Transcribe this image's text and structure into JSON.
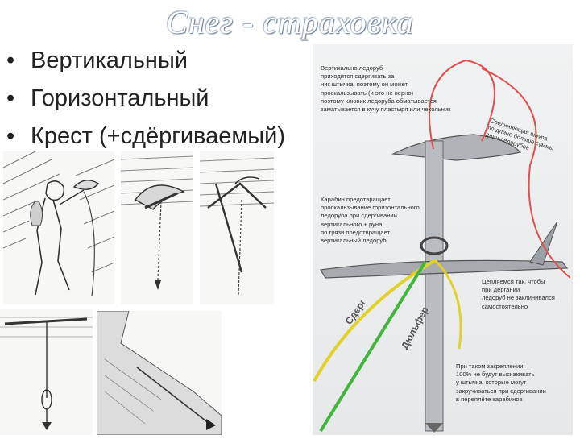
{
  "slide": {
    "title": "Снег - страховка",
    "bullets": [
      {
        "text": "Вертикальный"
      },
      {
        "text": "Горизонтальный"
      },
      {
        "text": "Крест (+сдёргиваемый)"
      }
    ]
  },
  "photo": {
    "notes": [
      "Вертикально ледоруб\nприходится сдергивать за\nник штычка, поэтому он может\nпроскальзывать (и это не верно)\nпоэтому клювик ледоруба обматывается\nзаматывается в кучу пластыря или чехольник",
      "Карабин предотвращает\nпроскальзывание горизонтального\nледоруба при сдергивании\nвертикального + руна\nпо грязи предотвращает\nвертикальный ледоруб",
      "Цепляемся так, чтобы\nпри дергании\nледоруб не заклинивался\nсамостоятельно",
      "При таком закреплении\n100% не будут выскакивать\nу штычка, которые могут\nзакручиваться при сдергивании\nв переплёте карабинов"
    ],
    "labels": {
      "red": "Соединяющая шнура\nпо длине больше суммы\nдлин ледорубов",
      "yellow": "Сдерг",
      "green": "Дюльфер"
    }
  },
  "colors": {
    "title_shadow": "#5b6f8c",
    "rope_yellow": "#e0d22a",
    "rope_green": "#43b53a",
    "rope_red": "#e05050"
  }
}
